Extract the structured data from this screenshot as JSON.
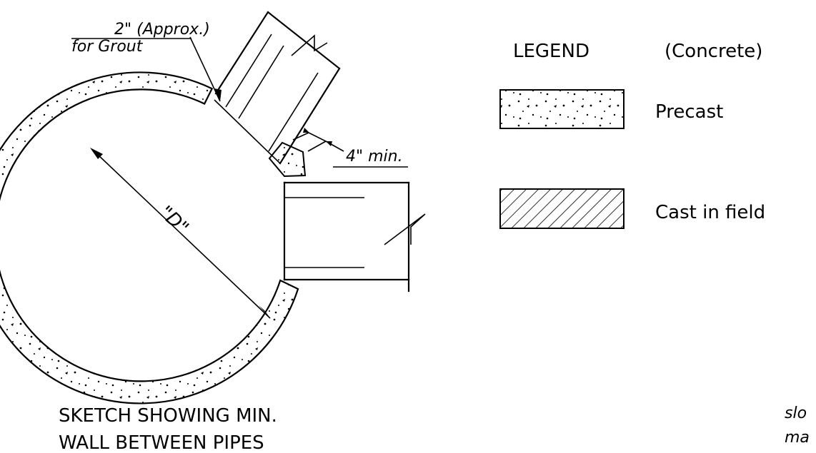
{
  "grout_note": {
    "line1": "2\" (Approx.)",
    "line2": "for Grout"
  },
  "min_wall_note": "4\" min.",
  "diameter_label": "\"D\"",
  "caption": {
    "line1": "SKETCH SHOWING MIN.",
    "line2": "WALL BETWEEN PIPES"
  },
  "legend": {
    "title": "LEGEND",
    "subtitle": "(Concrete)",
    "items": [
      {
        "pattern": "stipple",
        "label": "Precast"
      },
      {
        "pattern": "hatch",
        "label": "Cast in field"
      }
    ]
  },
  "cutoff_note": {
    "line1": "slo",
    "line2": "ma"
  }
}
